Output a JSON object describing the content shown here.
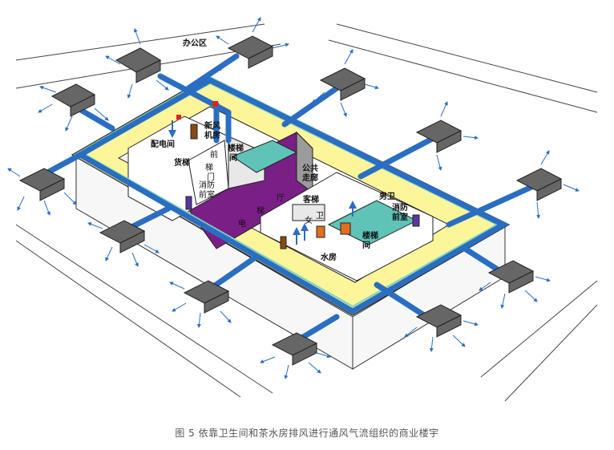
{
  "caption": "图 5  依靠卫生间和茶水房排风进行通风气流组织的商业楼宇",
  "labels": {
    "office_zone": "办公区",
    "distribution_room": "配电间",
    "fresh_air_room_1": "新风",
    "fresh_air_room_2": "机房",
    "freight_elevator": "货梯",
    "fire_elevator_1": "消防",
    "fire_elevator_2": "前室",
    "stair_left_1": "楼梯",
    "stair_left_2": "间",
    "stair_right_1": "楼梯",
    "stair_right_2": "间",
    "hall_1": "厅",
    "hall_2": "梯",
    "hall_3": "电",
    "public_corridor_1": "公共",
    "public_corridor_2": "走廊",
    "passenger_elevator": "客梯",
    "women_restroom_1": "女",
    "women_restroom_2": "卫",
    "men_restroom": "男卫",
    "fire_vestibule_1": "消防",
    "fire_vestibule_2": "前室",
    "tea_room": "水房",
    "fire_stair_label_1": "梯",
    "fire_stair_label_2": "门",
    "fire_stair_label_3": "前"
  },
  "colors": {
    "corridor": "#fdf59a",
    "core_purple": "#7a1f86",
    "duct_blue": "#2a6ec2",
    "duct_green": "#7fd3c0",
    "stair_teal": "#5fc3b8",
    "unit_gray": "#666666",
    "orange_mark": "#e0701c",
    "red_mark": "#d9261c"
  }
}
